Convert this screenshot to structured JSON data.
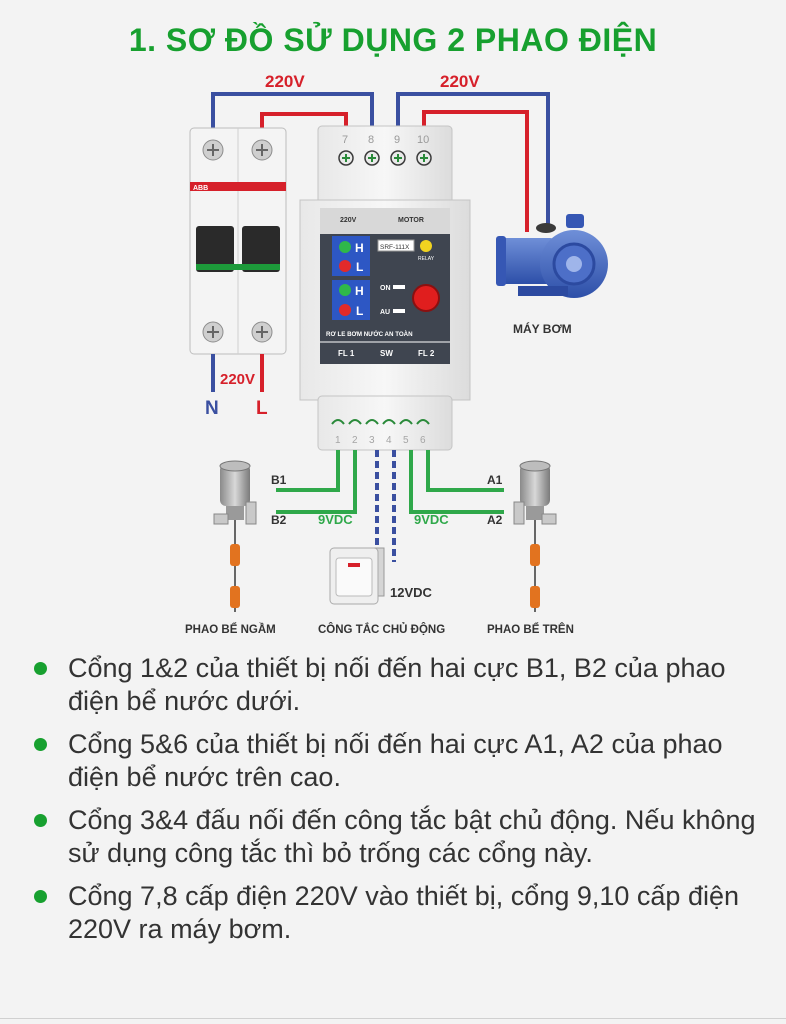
{
  "title": "1. SƠ ĐỒ SỬ DỤNG 2 PHAO ĐIỆN",
  "diagram": {
    "voltage_top_left": "220V",
    "voltage_top_right": "220V",
    "voltage_breaker": "220V",
    "neutral": "N",
    "live": "L",
    "breaker_brand": "ABB",
    "relay": {
      "top_terminals": [
        "7",
        "8",
        "9",
        "10"
      ],
      "panel_left": "220V",
      "panel_right": "MOTOR",
      "h1": "H",
      "l1": "L",
      "h2": "H",
      "l2": "L",
      "model": "SRF-111X",
      "relay_label": "RELAY",
      "on_label": "ON",
      "au_label": "AU",
      "name": "RƠ LE BƠM NƯỚC AN TOÀN",
      "fl1": "FL 1",
      "sw": "SW",
      "fl2": "FL 2",
      "bottom_terminals": [
        "1",
        "2",
        "3",
        "4",
        "5",
        "6"
      ]
    },
    "pump_label": "MÁY BƠM",
    "b1": "B1",
    "b2": "B2",
    "a1": "A1",
    "a2": "A2",
    "vdc_left": "9VDC",
    "vdc_right": "9VDC",
    "vdc_switch": "12VDC",
    "float_left_label": "PHAO BỂ NGẦM",
    "switch_label": "CÔNG TẮC CHỦ ĐỘNG",
    "float_right_label": "PHAO BỂ TRÊN"
  },
  "colors": {
    "accent_green": "#17a02f",
    "wire_red": "#d6202a",
    "wire_blue": "#3a4fa0",
    "wire_green": "#2fa84a"
  },
  "bullets": [
    "Cổng 1&2 của thiết bị nối đến hai cực B1, B2 của phao điện bể nước dưới.",
    "Cổng 5&6 của thiết bị nối đến hai cực A1, A2 của phao điện bể nước trên cao.",
    "Cổng 3&4 đấu nối đến công tắc bật chủ động. Nếu không sử dụng công tắc thì bỏ trống các cổng này.",
    "Cổng 7,8 cấp điện 220V vào thiết bị, cổng 9,10 cấp điện 220V ra máy bơm."
  ]
}
